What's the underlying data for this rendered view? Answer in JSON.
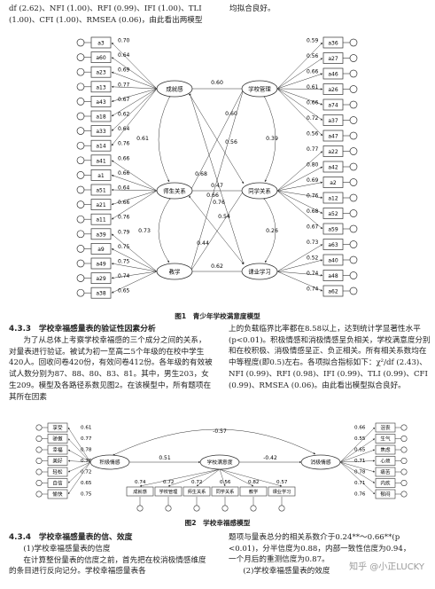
{
  "top": {
    "left_line1": "df (2.62)、NFI (1.00)、RFI (0.99)、IFI (1.00)、TLI",
    "left_line2": "(1.00)、CFI (1.00)、RMSEA (0.06)，由此看出两模型",
    "right_line1": "均拟合良好。"
  },
  "figure1": {
    "caption": "图1　青少年学校满意度模型",
    "latent": [
      "成就感",
      "师生关系",
      "教学",
      "学校管理",
      "同学关系",
      "课业学习"
    ],
    "left_items": [
      {
        "label": "a3",
        "loading": "0.70"
      },
      {
        "label": "a60",
        "loading": "0.64"
      },
      {
        "label": "a23",
        "loading": "0.69"
      },
      {
        "label": "a13",
        "loading": "0.77"
      },
      {
        "label": "a43",
        "loading": "0.67"
      },
      {
        "label": "a18",
        "loading": "0.62"
      },
      {
        "label": "a33",
        "loading": "0.64"
      },
      {
        "label": "a14",
        "loading": "0.76"
      },
      {
        "label": "a41",
        "loading": "0.66"
      },
      {
        "label": "a1",
        "loading": "0.66"
      },
      {
        "label": "a51",
        "loading": "0.64"
      },
      {
        "label": "a21",
        "loading": "0.66"
      },
      {
        "label": "a11",
        "loading": "0.76"
      },
      {
        "label": "a39",
        "loading": "0.79"
      },
      {
        "label": "a9",
        "loading": "0.75"
      },
      {
        "label": "a49",
        "loading": "0.75"
      },
      {
        "label": "a29",
        "loading": "0.74"
      },
      {
        "label": "a38",
        "loading": "0.65"
      }
    ],
    "right_items": [
      {
        "label": "a36",
        "loading": "0.59"
      },
      {
        "label": "a27",
        "loading": "0.56"
      },
      {
        "label": "a46",
        "loading": "0.66"
      },
      {
        "label": "a26",
        "loading": "0.61"
      },
      {
        "label": "a74",
        "loading": "0.66"
      },
      {
        "label": "a37",
        "loading": "0.72"
      },
      {
        "label": "a47",
        "loading": "0.56"
      },
      {
        "label": "a22",
        "loading": "0.77"
      },
      {
        "label": "a42",
        "loading": "0.80"
      },
      {
        "label": "a2",
        "loading": "0.69"
      },
      {
        "label": "a12",
        "loading": "0.76"
      },
      {
        "label": "a52",
        "loading": "0.68"
      },
      {
        "label": "a59",
        "loading": "0.67"
      },
      {
        "label": "a63",
        "loading": "0.73"
      },
      {
        "label": "a40",
        "loading": "0.52"
      },
      {
        "label": "a48",
        "loading": "0.74"
      },
      {
        "label": "a62",
        "loading": "0.74"
      }
    ],
    "correlations": [
      "0.60",
      "0.61",
      "0.73",
      "0.39",
      "0.26",
      "0.47",
      "0.60",
      "0.56",
      "0.68",
      "0.76",
      "0.54",
      "0.44",
      "0.62",
      "0.66"
    ]
  },
  "section433": {
    "heading": "4.3.3　学校幸福感量表的验证性因素分析",
    "left_paragraph": "为了从总体上考察学校幸福感的三个成分之间的关系，对量表进行验证。被试为初一至高二5个年级的在校中学生420人。回收问卷420份，有效问卷412份。各年级的有效被试人数分别为87、88、80、83、81。其中，男生203，女生209。模型及各路径系数见图2。在该模型中，所有题项在其所在因素",
    "right_paragraph": "上的负载临界比率都在8.58以上，达到统计学显著性水平(p<0.01)。积极情感和消极情感呈负相关，学校满意度分别和在校积极、消极情感呈正、负正相关。所有相关系数均在中等程度(即0.5)左右。各项拟合指标如下：χ²/df (2.43)、NFI (0.99)、RFI (0.98)、IFI (0.99)、TLI (0.99)、CFI (0.99)、RMSEA (0.06)。由此看出模型拟合良好。"
  },
  "figure2": {
    "caption": "图2　学校幸福感模型",
    "latent": [
      "积极情感",
      "学校满意度",
      "消极情感"
    ],
    "left_items": [
      {
        "label": "享受",
        "loading": "0.61"
      },
      {
        "label": "骄傲",
        "loading": "0.77"
      },
      {
        "label": "幸福",
        "loading": "0.78"
      },
      {
        "label": "美好",
        "loading": "0.76"
      },
      {
        "label": "轻松",
        "loading": "0.72"
      },
      {
        "label": "自信",
        "loading": "0.65"
      },
      {
        "label": "愉快",
        "loading": "0.75"
      }
    ],
    "right_items": [
      {
        "label": "沮丧",
        "loading": "0.66"
      },
      {
        "label": "生气",
        "loading": "0.55"
      },
      {
        "label": "焦虑",
        "loading": "0.65"
      },
      {
        "label": "心烦",
        "loading": "0.71"
      },
      {
        "label": "痛苦",
        "loading": "0.78"
      },
      {
        "label": "内疚",
        "loading": "0.71"
      },
      {
        "label": "郁闷",
        "loading": "0.76"
      }
    ],
    "bottom_items": [
      {
        "label": "成就感",
        "loading": "0.74"
      },
      {
        "label": "学校管理",
        "loading": "0.72"
      },
      {
        "label": "师生关系",
        "loading": "0.72"
      },
      {
        "label": "同学关系",
        "loading": "0.56"
      },
      {
        "label": "教学",
        "loading": "0.82"
      },
      {
        "label": "课业学习",
        "loading": "0.57"
      }
    ],
    "paths": [
      "-0.57",
      "0.51",
      "-0.42"
    ]
  },
  "section434": {
    "heading": "4.3.4　学校幸福感量表的信、效度",
    "subheading": "(1)学校幸福感量表的信度",
    "left_paragraph": "在计算整份量表的信度之前，首先把在校消极情感维度的条目进行反向记分。学校幸福感量表各",
    "right_line1": "题项与量表总分的相关系数介于0.24**～0.66**(p",
    "right_line2": "<0.01)，分半信度为0.88，内部一致性信度为0.94，",
    "right_line3": "一个月后的重测信度为0.87。",
    "right_subheading": "(2)学校幸福感量表的效度"
  },
  "watermark": "知乎 @小正LUCKY"
}
